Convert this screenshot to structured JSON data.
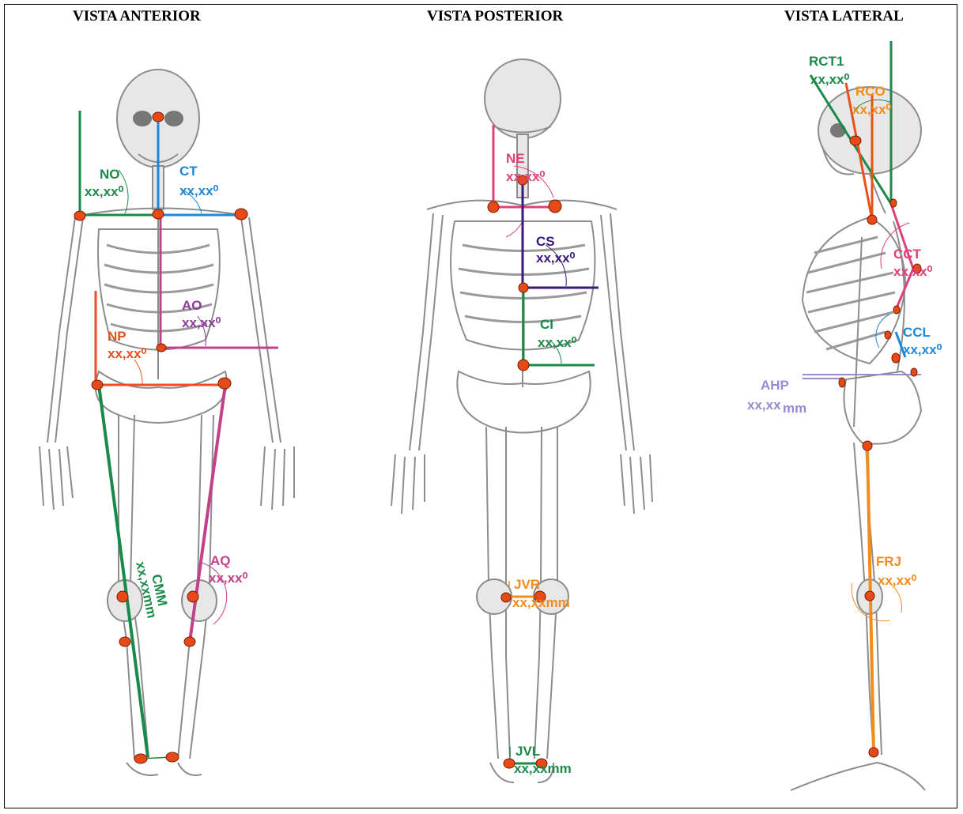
{
  "views": {
    "anterior": {
      "title": "VISTA ANTERIOR",
      "labels": {
        "no": "NO",
        "no_value": "xx,xx⁰",
        "ct": "CT",
        "ct_value": "xx,xx⁰",
        "ao": "AO",
        "ao_value": "xx,xx⁰",
        "np": "NP",
        "np_value": "xx,xx⁰",
        "aq": "AQ",
        "aq_value": "xx,xx⁰",
        "cmm": "CMM",
        "cmm_value": "xx,xxmm"
      }
    },
    "posterior": {
      "title": "VISTA POSTERIOR",
      "labels": {
        "ne": "NE",
        "ne_value": "xx,xx⁰",
        "cs": "CS",
        "cs_value": "xx,xx⁰",
        "ci": "CI",
        "ci_value": "xx,xx⁰",
        "jvr": "JVR",
        "jvr_value": "xx,xxmm",
        "jvl": "JVL",
        "jvl_value": "xx,xxmm"
      }
    },
    "lateral": {
      "title": "VISTA LATERAL",
      "labels": {
        "rct1": "RCT1",
        "rct1_value": "xx,xx⁰",
        "rco": "RCO",
        "rco_value": "xx,xx⁰",
        "cct": "CCT",
        "cct_value": "xx,xx⁰",
        "ccl": "CCL",
        "ccl_value": "xx,xx⁰",
        "ahp": "AHP",
        "ahp_value_main": "xx,xx",
        "ahp_value_unit": "mm",
        "frj": "FRJ",
        "frj_value": "xx,xx⁰"
      }
    }
  },
  "colors": {
    "green": "#1a8a4a",
    "blue": "#1e88d8",
    "purple": "#8e3a9c",
    "magenta": "#c2418a",
    "orange_red": "#e8501c",
    "orange": "#f28c1a",
    "pink": "#e0407a",
    "indigo": "#3a1a7a",
    "lavender": "#9a8ad0",
    "marker": "#e64a19"
  }
}
